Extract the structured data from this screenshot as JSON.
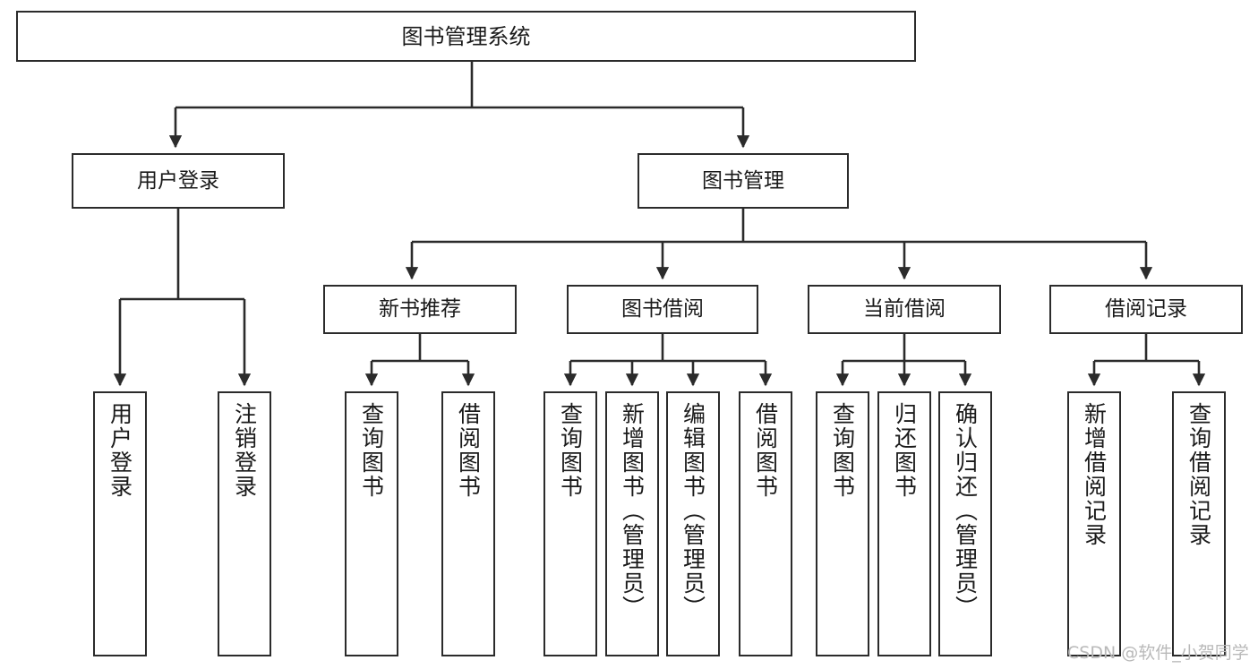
{
  "diagram": {
    "title": "图书管理系统",
    "type": "tree-hierarchy-chart",
    "root": {
      "id": "root",
      "label": "图书管理系统"
    },
    "level2": [
      {
        "id": "user-login",
        "label": "用户登录"
      },
      {
        "id": "book-management",
        "label": "图书管理"
      }
    ],
    "level3": [
      {
        "id": "new-book-recommend",
        "label": "新书推荐"
      },
      {
        "id": "book-borrow",
        "label": "图书借阅"
      },
      {
        "id": "current-borrow",
        "label": "当前借阅"
      },
      {
        "id": "borrow-record",
        "label": "借阅记录"
      }
    ],
    "leaves": {
      "user_login": [
        {
          "id": "leaf-user-login",
          "label": "用户登录"
        },
        {
          "id": "leaf-user-logout",
          "label": "注销登录"
        }
      ],
      "new_book_recommend": [
        {
          "id": "leaf-query-book-1",
          "label": "查询图书"
        },
        {
          "id": "leaf-borrow-book-1",
          "label": "借阅图书"
        }
      ],
      "book_borrow": [
        {
          "id": "leaf-query-book-2",
          "label": "查询图书"
        },
        {
          "id": "leaf-add-book",
          "label": "新增图书（管理员）"
        },
        {
          "id": "leaf-edit-book",
          "label": "编辑图书（管理员）"
        },
        {
          "id": "leaf-borrow-book-2",
          "label": "借阅图书"
        }
      ],
      "current_borrow": [
        {
          "id": "leaf-query-book-3",
          "label": "查询图书"
        },
        {
          "id": "leaf-return-book",
          "label": "归还图书"
        },
        {
          "id": "leaf-confirm-return",
          "label": "确认归还（管理员）"
        }
      ],
      "borrow_record": [
        {
          "id": "leaf-add-record",
          "label": "新增借阅记录"
        },
        {
          "id": "leaf-query-record",
          "label": "查询借阅记录"
        }
      ]
    }
  },
  "watermark": {
    "text": "CSDN @软件_小贺同学"
  },
  "colors": {
    "border": "#2b2b2b",
    "background": "#ffffff",
    "text": "#1a1a1a",
    "watermark": "#b9b9b9"
  }
}
